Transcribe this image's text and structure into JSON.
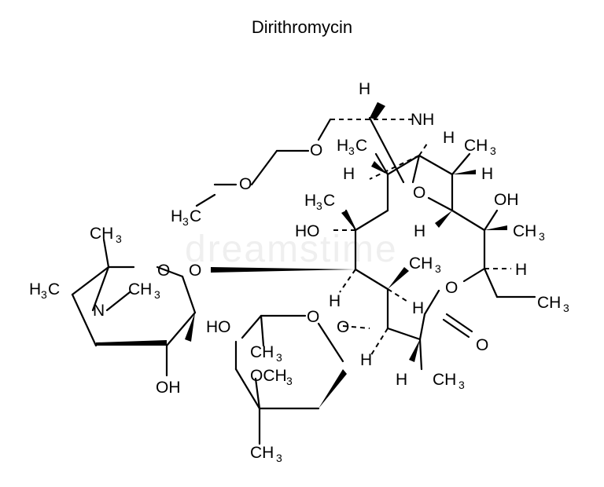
{
  "title": "Dirithromycin",
  "watermark": "dreamstime",
  "labels": {
    "NH": "NH",
    "H_top": "H",
    "O_ether1": "O",
    "O_ether2": "O",
    "CH3_a_main": "H",
    "H3C_top_H": "H",
    "H3C_top_C": "C",
    "H3C_top_3": "3",
    "H_c1": "H",
    "H_c2": "H",
    "CH3_c": "CH",
    "CH3_c_3": "3",
    "H_c3": "H",
    "O_ring": "O",
    "OH_right": "OH",
    "H3C_mid": "H",
    "H3C_mid_C": "C",
    "H3C_mid_3": "3",
    "HO_mid": "HO",
    "H_mid": "H",
    "CH3_mid": "CH",
    "CH3_mid_3": "3",
    "H3C_left_H": "H",
    "H3C_left_C": "C",
    "H3C_left_3": "3",
    "CH3_sug": "CH",
    "CH3_sug_3": "3",
    "O_sug": "O",
    "O_link": "O",
    "H3C_n": "H",
    "H3C_n_C": "C",
    "H3C_n_3": "3",
    "N": "N",
    "CH3_n": "CH",
    "CH3_n_3": "3",
    "OH_sug": "OH",
    "CH3_core": "CH",
    "CH3_core_3": "3",
    "H_core1": "H",
    "H_core2": "H",
    "O_lac": "O",
    "H_lac": "H",
    "CH3_et": "CH",
    "CH3_et_3": "3",
    "HO_cl": "HO",
    "O_cl": "O",
    "O_cl_link": "O",
    "CH3_cl1": "CH",
    "CH3_cl1_3": "3",
    "OCH3": "OCH",
    "OCH3_3": "3",
    "CH3_cl2": "CH",
    "CH3_cl2_3": "3",
    "H_lac2": "H",
    "O_keto": "O",
    "H_bot": "H",
    "CH3_bot": "CH",
    "CH3_bot_3": "3"
  }
}
